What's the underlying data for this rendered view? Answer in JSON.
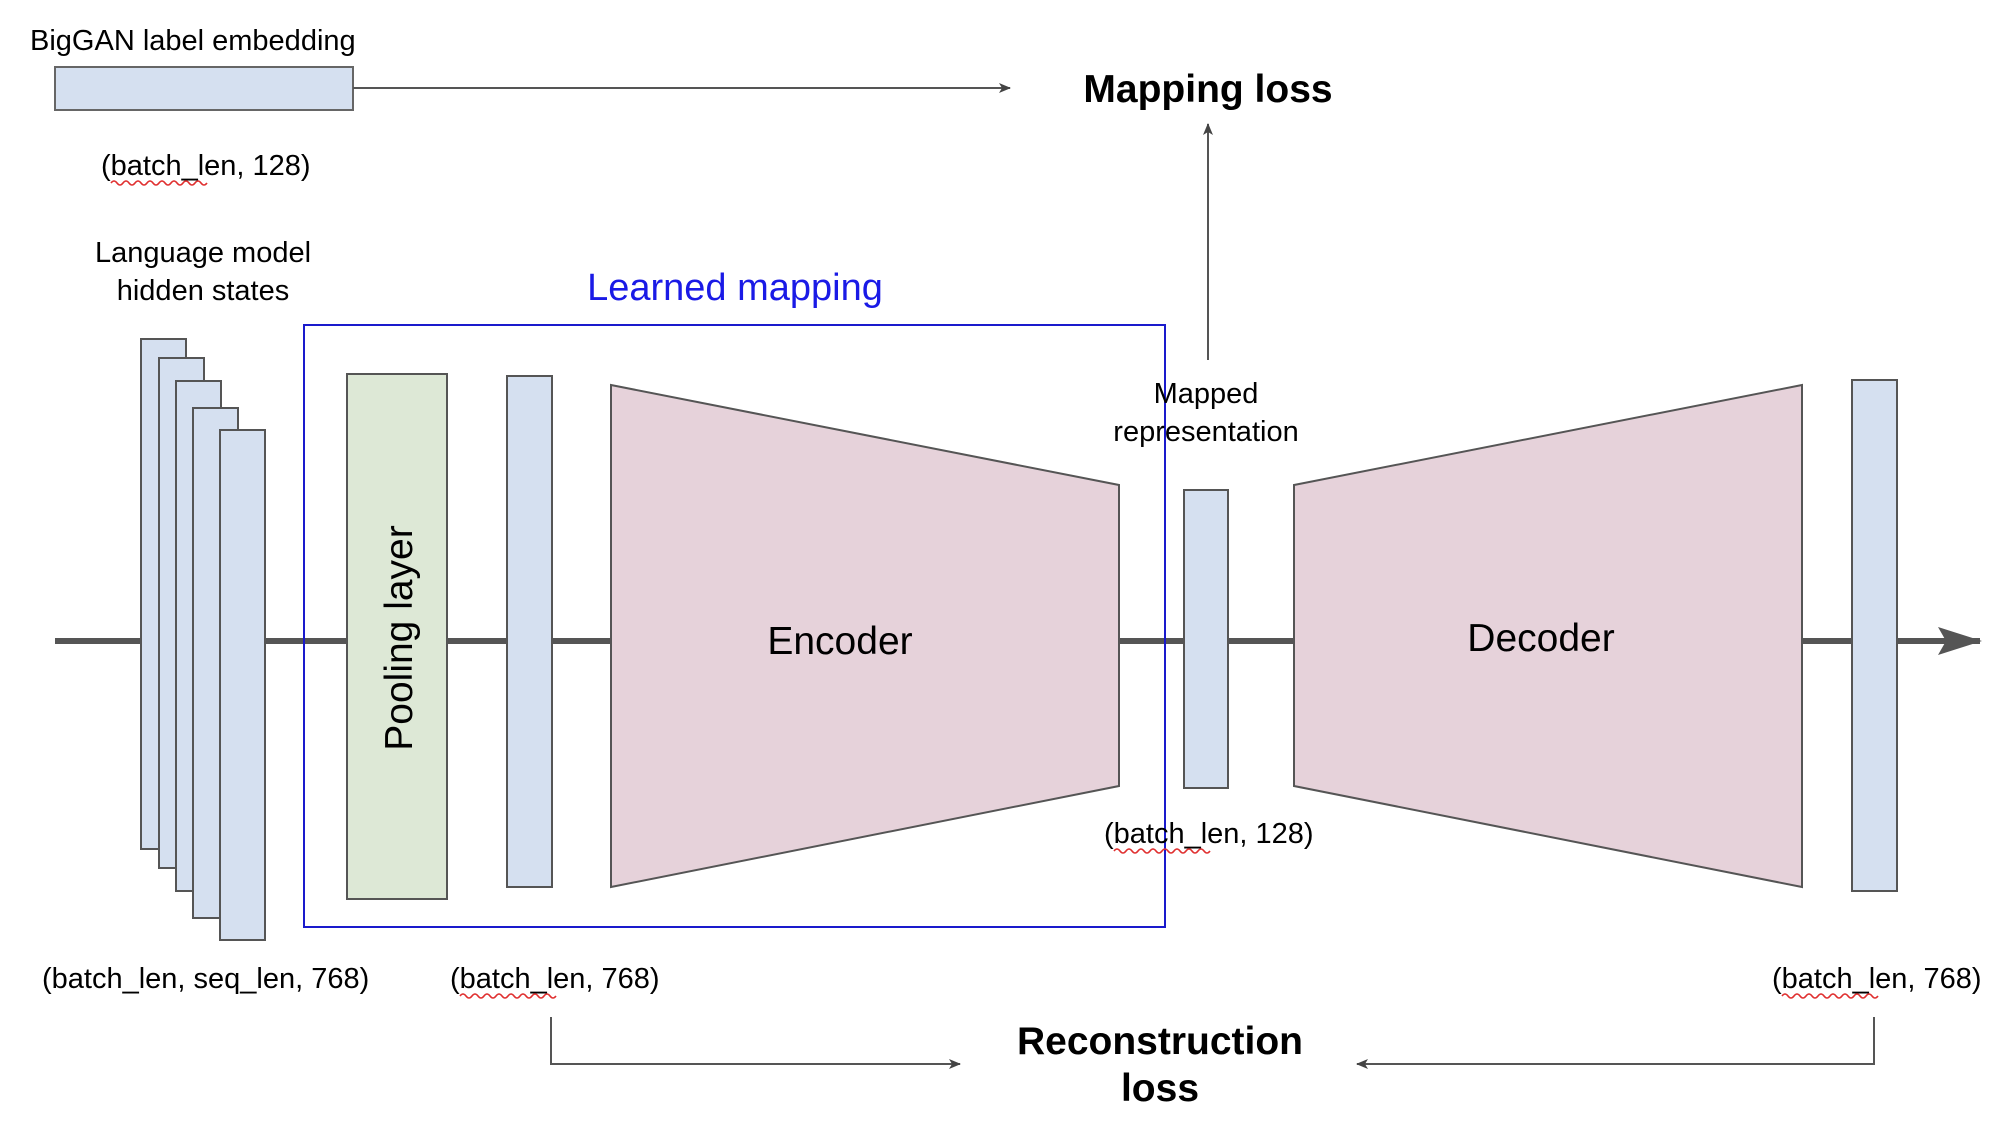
{
  "labels": {
    "biggan_embedding": "BigGAN label embedding",
    "embedding_shape": "(batch_len, 128)",
    "mapping_loss": "Mapping loss",
    "lm_hidden_states_line1": "Language model",
    "lm_hidden_states_line2": "hidden states",
    "learned_mapping": "Learned mapping",
    "pooling_layer": "Pooling layer",
    "encoder": "Encoder",
    "decoder": "Decoder",
    "mapped_repr_line1": "Mapped",
    "mapped_repr_line2": "representation",
    "mapped_shape": "(batch_len, 128)",
    "hidden_states_shape": "(batch_len, seq_len, 768)",
    "pooled_shape": "(batch_len, 768)",
    "output_shape": "(batch_len, 768)",
    "reconstruction_loss_line1": "Reconstruction",
    "reconstruction_loss_line2": "loss"
  },
  "colors": {
    "tensor_fill": "#d5e0f0",
    "pooling_fill": "#dde8d6",
    "coder_fill": "#e6d2da",
    "learned_mapping_border": "#1a1acc",
    "learned_mapping_text": "#1a1ae6",
    "main_line": "#555555",
    "spellcheck_squiggle": "#e03030"
  }
}
